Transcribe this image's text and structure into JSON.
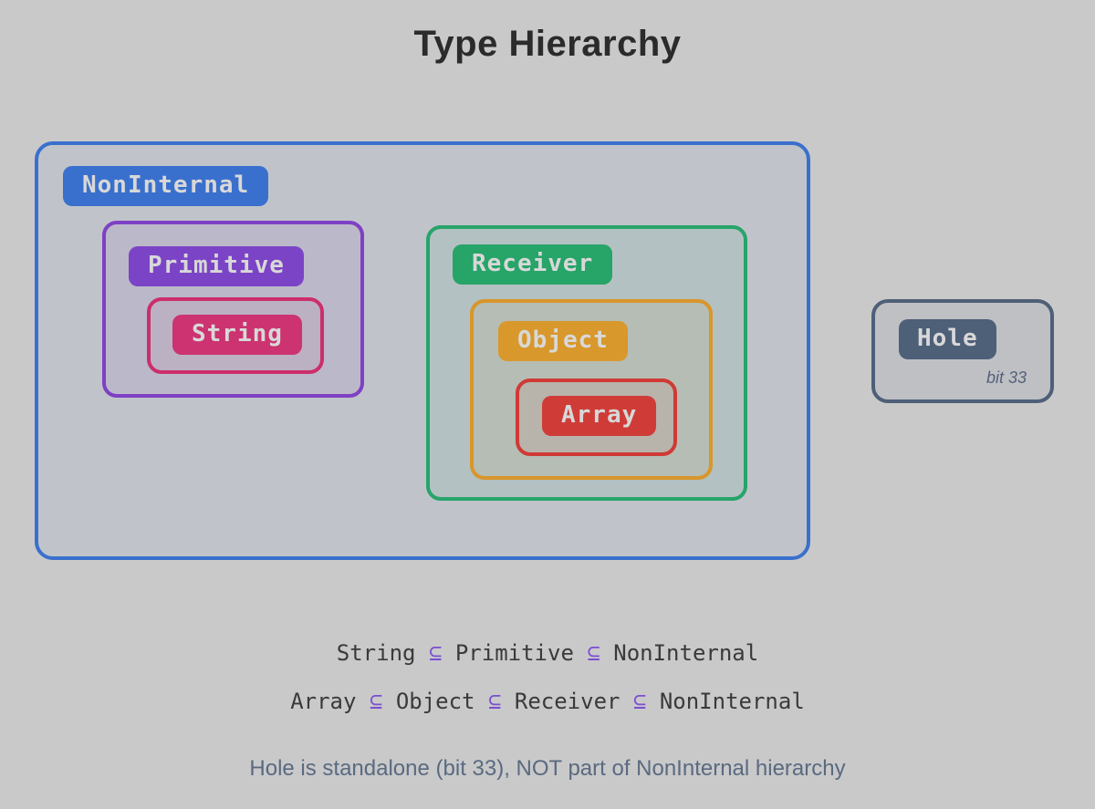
{
  "title": "Type Hierarchy",
  "hierarchy": {
    "noninternal": {
      "label": "NonInternal"
    },
    "primitive": {
      "label": "Primitive"
    },
    "string": {
      "label": "String"
    },
    "receiver": {
      "label": "Receiver"
    },
    "object": {
      "label": "Object"
    },
    "array": {
      "label": "Array"
    },
    "hole": {
      "label": "Hole",
      "note": "bit 33"
    }
  },
  "relations": {
    "line1": {
      "t1": "String",
      "op1": "⊆",
      "t2": "Primitive",
      "op2": "⊆",
      "t3": "NonInternal"
    },
    "line2": {
      "t1": "Array",
      "op1": "⊆",
      "t2": "Object",
      "op2": "⊆",
      "t3": "Receiver",
      "op3": "⊆",
      "t4": "NonInternal"
    }
  },
  "footnote": "Hole is standalone (bit 33), NOT part of NonInternal hierarchy",
  "colors": {
    "background": "#c9c9ca",
    "noninternal": "#3a70cd",
    "primitive": "#7b44c6",
    "string": "#cc3370",
    "receiver": "#27a468",
    "object": "#d8982c",
    "array": "#cf3c38",
    "hole": "#4e5f78",
    "subset_symbol": "#7a4fd0",
    "title_text": "#2b2b2b",
    "relation_text": "#3a3a3a",
    "footnote_text": "#5a6a80",
    "badge_text": "#d8d8d8"
  }
}
